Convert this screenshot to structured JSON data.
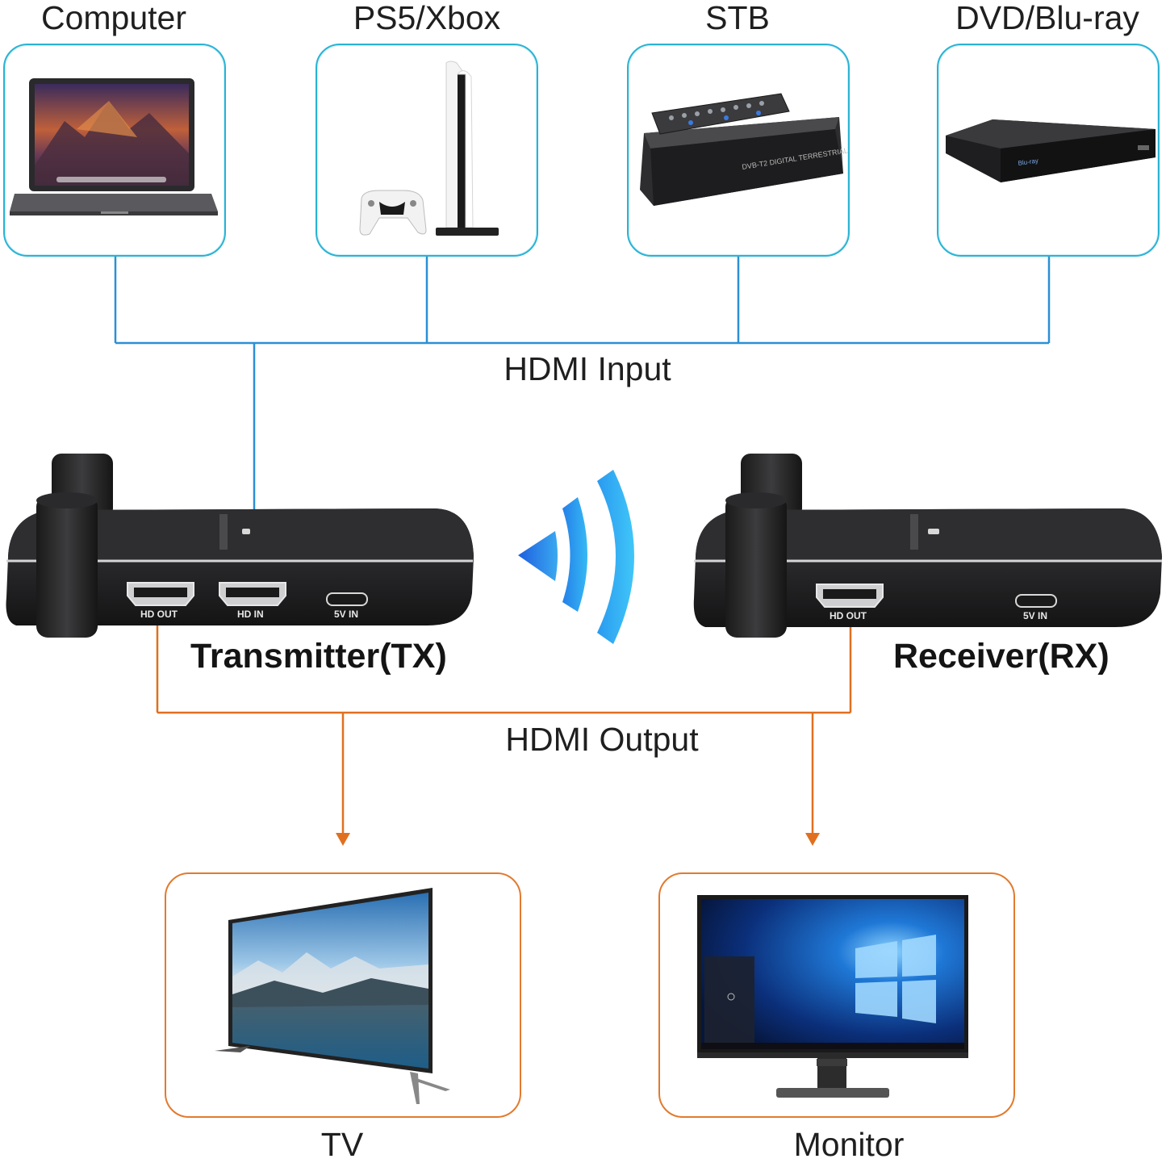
{
  "sources": [
    {
      "label": "Computer",
      "icon": "laptop-icon"
    },
    {
      "label": "PS5/Xbox",
      "icon": "game-console-icon"
    },
    {
      "label": "STB",
      "icon": "set-top-box-icon"
    },
    {
      "label": "DVD/Blu-ray",
      "icon": "bluray-player-icon"
    }
  ],
  "connections": {
    "input_label": "HDMI Input",
    "output_label": "HDMI Output"
  },
  "devices": {
    "transmitter": {
      "label": "Transmitter(TX)",
      "ports": [
        "HD OUT",
        "HD IN",
        "5V IN"
      ]
    },
    "receiver": {
      "label": "Receiver(RX)",
      "ports": [
        "HD OUT",
        "5V IN"
      ]
    }
  },
  "outputs": [
    {
      "label": "TV",
      "icon": "tv-icon"
    },
    {
      "label": "Monitor",
      "icon": "monitor-icon"
    }
  ],
  "colors": {
    "input_line": "#2b8fd6",
    "output_line": "#e0701f",
    "signal": "#1e88e5",
    "source_border": "#1fa3c7",
    "output_border": "#e27a2e"
  }
}
